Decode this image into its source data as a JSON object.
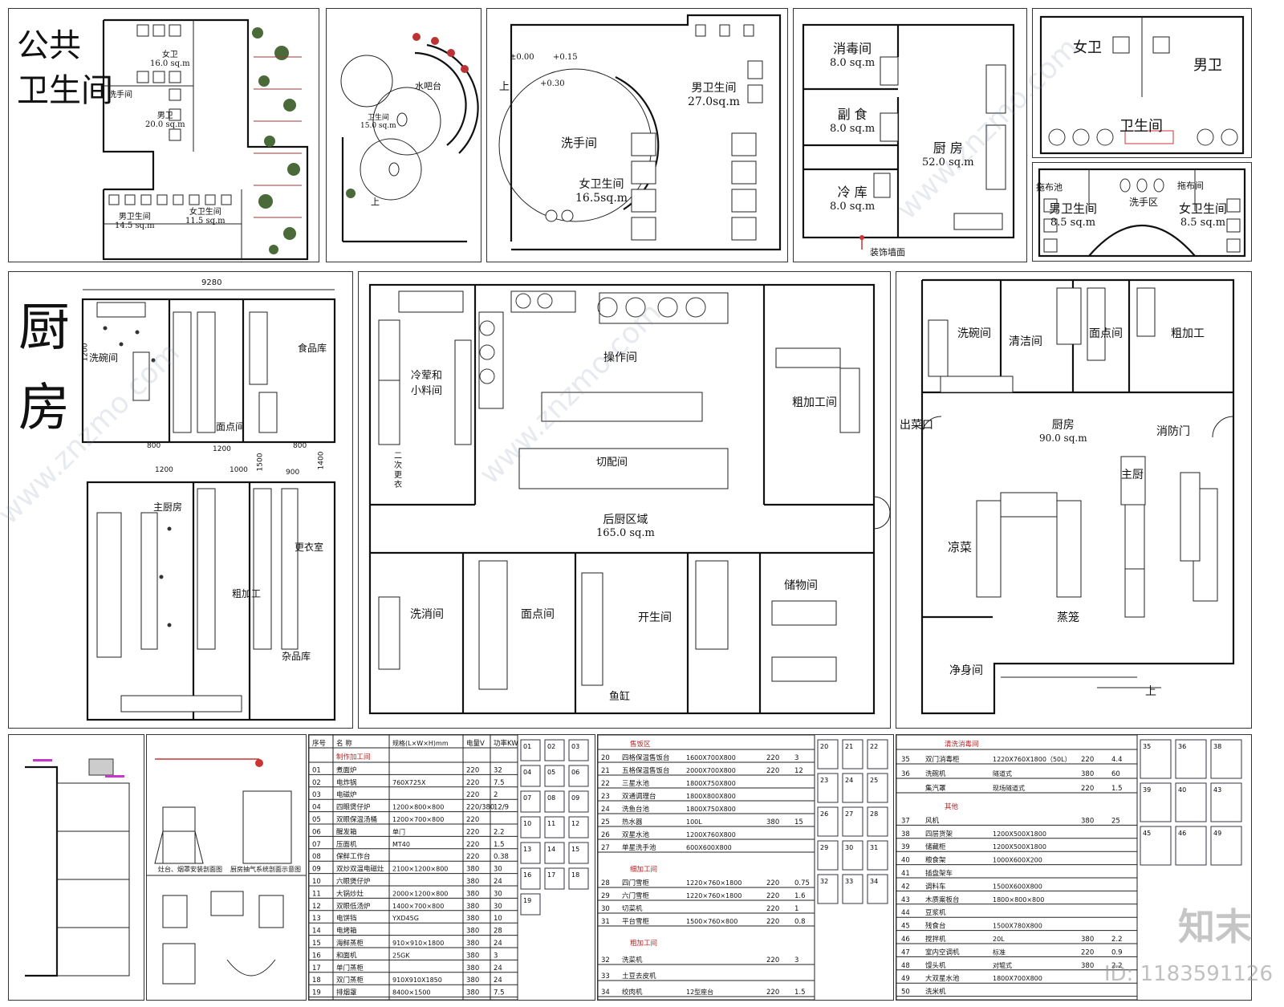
{
  "top_row": {
    "p1": {
      "title_line1": "公共",
      "title_line2": "卫生间",
      "r1": "女卫",
      "r1a": "16.0 sq.m",
      "r2": "洗手间",
      "r3": "男卫",
      "r3a": "20.0 sq.m",
      "r4": "男卫生间",
      "r4a": "14.5 sq.m",
      "r5": "女卫生间",
      "r5a": "11.5 sq.m"
    },
    "p2": {
      "r1": "卫生间",
      "r1a": "15.0 sq.m",
      "r2": "水吧台",
      "r3": "上"
    },
    "p3": {
      "lv1": "±0.00",
      "lv2": "+0.15",
      "lv3": "+0.30",
      "up": "上",
      "r1": "男卫生间",
      "r1a": "27.0sq.m",
      "r2": "洗手间",
      "r3": "女卫生间",
      "r3a": "16.5sq.m"
    },
    "p4": {
      "r1": "消毒间",
      "r1a": "8.0 sq.m",
      "r2": "副 食",
      "r2a": "8.0 sq.m",
      "r3": "厨 房",
      "r3a": "52.0 sq.m",
      "r4": "冷 库",
      "r4a": "8.0 sq.m",
      "r5": "装饰墙面"
    },
    "p5": {
      "r1": "女卫",
      "r2": "男卫",
      "r3": "卫生间",
      "r4": "拖布池",
      "r5": "拖布间",
      "r6": "洗手区",
      "r7": "男卫生间",
      "r7a": "8.5 sq.m",
      "r8": "女卫生间",
      "r8a": "8.5 sq.m"
    }
  },
  "mid_row": {
    "p6": {
      "title_line1": "厨",
      "title_line2": "房",
      "dim_total": "9280",
      "dim_1200": "1200",
      "dim_800a": "800",
      "dim_1200b": "1200",
      "dim_800b": "800",
      "dim_1200c": "1200",
      "dim_1000": "1000",
      "dim_1500": "1500",
      "dim_900": "900",
      "dim_1400": "1400",
      "r1": "洗碗间",
      "r2": "食品库",
      "r3": "面点间",
      "r4": "主厨房",
      "r5": "更衣室",
      "r6": "粗加工",
      "r7": "杂品库"
    },
    "p7": {
      "r1": "冷荤和",
      "r1b": "小料间",
      "r2": "操作间",
      "r3": "粗加工间",
      "r4": "二",
      "r4b": "次",
      "r4c": "更",
      "r4d": "衣",
      "r5": "切配间",
      "r6": "后厨区域",
      "r6a": "165.0 sq.m",
      "r7": "洗消间",
      "r8": "面点间",
      "r9": "开生间",
      "r10": "储物间",
      "r11": "鱼缸"
    },
    "p8": {
      "r1": "洗碗间",
      "r2": "清洁间",
      "r3": "面点间",
      "r4": "粗加工",
      "r5": "出菜口",
      "r6": "厨房",
      "r6a": "90.0 sq.m",
      "r7": "消防门",
      "r8": "主厨",
      "r9": "凉菜",
      "r10": "蒸笼",
      "r11": "净身间",
      "r12": "上"
    }
  },
  "bottom": {
    "caption1": "灶台、烟罩安装剖面图",
    "caption2": "厨房抽气系统剖面示意图",
    "table1_header": [
      "序号",
      "名 称",
      "规格(L×W×H)mm",
      "电量V",
      "功率KW"
    ],
    "table1_section": "制作加工间",
    "table1_rows": [
      [
        "01",
        "煮面炉",
        "",
        "220",
        "32"
      ],
      [
        "02",
        "电炸锅",
        "760X725X",
        "220",
        "7.5"
      ],
      [
        "03",
        "电磁炉",
        "",
        "220",
        "2"
      ],
      [
        "04",
        "四眼煲仔炉",
        "1200×800×800",
        "220/380",
        "12/9"
      ],
      [
        "05",
        "双眼保温汤桶",
        "1200×700×800",
        "220",
        ""
      ],
      [
        "06",
        "醒发箱",
        "单门",
        "220",
        "2.2"
      ],
      [
        "07",
        "压面机",
        "MT40",
        "220",
        "1.5"
      ],
      [
        "08",
        "保鲜工作台",
        "",
        "220",
        "0.38"
      ],
      [
        "09",
        "双炒双温电磁灶",
        "2100×1200×800",
        "380",
        "30"
      ],
      [
        "10",
        "六眼煲仔炉",
        "",
        "380",
        "24"
      ],
      [
        "11",
        "大锅炒灶",
        "2000×1200×800",
        "380",
        "30"
      ],
      [
        "12",
        "双眼低汤炉",
        "1400×700×800",
        "380",
        "30"
      ],
      [
        "13",
        "电饼铛",
        "YXD45G",
        "380",
        "10"
      ],
      [
        "14",
        "电烤箱",
        "",
        "380",
        "28"
      ],
      [
        "15",
        "海鲜蒸柜",
        "910×910×1800",
        "380",
        "24"
      ],
      [
        "16",
        "和面机",
        "25GK",
        "380",
        "3"
      ],
      [
        "17",
        "单门蒸柜",
        "",
        "380",
        "24"
      ],
      [
        "18",
        "双门蒸柜",
        "910X910X1850",
        "380",
        "24"
      ],
      [
        "19",
        "排烟罩",
        "8400×1500",
        "380",
        "7.5"
      ]
    ],
    "table1_icons": [
      "01",
      "02",
      "03",
      "04",
      "05",
      "06",
      "07",
      "08",
      "09",
      "10",
      "11",
      "12",
      "13",
      "14",
      "15",
      "16",
      "17",
      "18",
      "19"
    ],
    "table2_sec1": "售饭区",
    "table2_rows1": [
      [
        "20",
        "四格保温售饭台",
        "1600X700X800",
        "220",
        "3"
      ],
      [
        "21",
        "五格保温售饭台",
        "2000X700X800",
        "220",
        "12"
      ],
      [
        "22",
        "三星水池",
        "1800X750X800",
        "",
        ""
      ],
      [
        "23",
        "双通调理台",
        "1800X800X800",
        "",
        ""
      ],
      [
        "24",
        "洗鱼台池",
        "1800X750X800",
        "",
        ""
      ],
      [
        "25",
        "热水器",
        "100L",
        "380",
        "15"
      ],
      [
        "26",
        "双星水池",
        "1200X760X800",
        "",
        ""
      ],
      [
        "27",
        "单星洗手池",
        "600X600X800",
        "",
        ""
      ]
    ],
    "table2_sec2": "细加工间",
    "table2_rows2": [
      [
        "28",
        "四门雪柜",
        "1220×760×1800",
        "220",
        "0.75"
      ],
      [
        "29",
        "六门雪柜",
        "1220×760×1800",
        "220",
        "1.6"
      ],
      [
        "30",
        "切菜机",
        "",
        "220",
        "1"
      ],
      [
        "31",
        "平台雪柜",
        "1500×760×800",
        "220",
        "0.8"
      ]
    ],
    "table2_sec3": "粗加工间",
    "table2_rows3": [
      [
        "32",
        "洗菜机",
        "",
        "220",
        "3"
      ],
      [
        "33",
        "土豆去皮机",
        "",
        "",
        ""
      ],
      [
        "34",
        "绞肉机",
        "12型座台",
        "220",
        "1.5"
      ]
    ],
    "table2_icons": [
      "20",
      "21",
      "22",
      "23",
      "24",
      "25",
      "26",
      "27",
      "28",
      "29",
      "30",
      "31",
      "32",
      "33",
      "34"
    ],
    "table3_sec1": "清洗消毒间",
    "table3_rows1": [
      [
        "35",
        "双门消毒柜",
        "1220X760X1800（50L）",
        "220",
        "4.4"
      ],
      [
        "36",
        "洗碗机",
        "隧道式",
        "380",
        "60"
      ],
      [
        "",
        "集汽罩",
        "现场隧道式",
        "220",
        "1.5"
      ]
    ],
    "table3_sec2": "其他",
    "table3_rows2": [
      [
        "37",
        "风机",
        "",
        "380",
        "25"
      ],
      [
        "38",
        "四层货架",
        "1200X500X1800",
        "",
        ""
      ],
      [
        "39",
        "储藏柜",
        "1200X500X1800",
        "",
        ""
      ],
      [
        "40",
        "粮食架",
        "1000X600X200",
        "",
        ""
      ],
      [
        "41",
        "插盘架车",
        "",
        "",
        ""
      ],
      [
        "42",
        "调料车",
        "1500X600X800",
        "",
        ""
      ],
      [
        "43",
        "木质案板台",
        "1800×800×800",
        "",
        ""
      ],
      [
        "44",
        "豆浆机",
        "",
        "",
        ""
      ],
      [
        "45",
        "残食台",
        "1500X780X800",
        "",
        ""
      ],
      [
        "46",
        "搅拌机",
        "20L",
        "380",
        "2.2"
      ],
      [
        "47",
        "室内空调机",
        "标准",
        "220",
        "0.9"
      ],
      [
        "48",
        "馒头机",
        "对辊式",
        "380",
        "2.2"
      ],
      [
        "49",
        "大双星水池",
        "1800X700X800",
        "",
        ""
      ],
      [
        "50",
        "洗米机",
        "",
        "",
        ""
      ]
    ],
    "table3_icons": [
      "35",
      "36",
      "38",
      "39",
      "40",
      "43",
      "45",
      "46",
      "49"
    ]
  },
  "watermark": {
    "site": "www.znzmo.com",
    "brand": "知末",
    "id": "ID: 1183591126"
  }
}
